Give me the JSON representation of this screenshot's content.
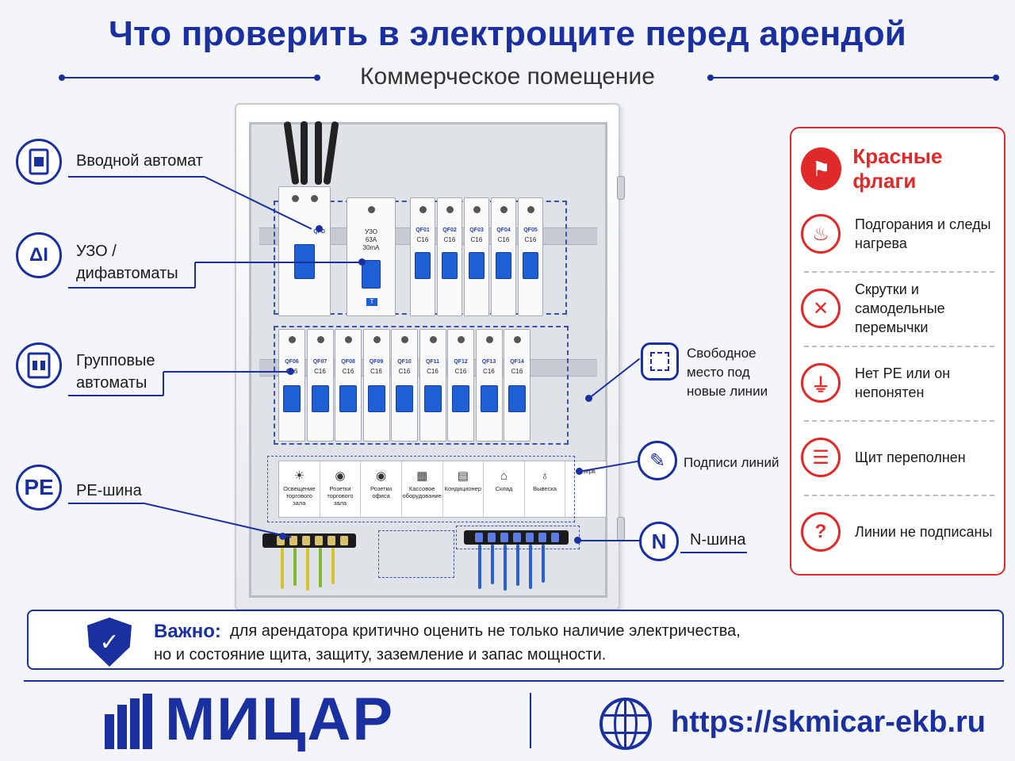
{
  "header": {
    "title": "Что проверить в электрощите перед арендой",
    "subtitle": "Коммерческое помещение"
  },
  "left_callouts": {
    "input_breaker": "Вводной автомат",
    "rcd_line1": "УЗО /",
    "rcd_line2": "дифавтоматы",
    "rcd_icon": "ΔI",
    "group_line1": "Групповые",
    "group_line2": "автоматы",
    "pe_icon": "PE",
    "pe_bus": "PE-шина"
  },
  "right_callouts": {
    "free_line1": "Свободное",
    "free_line2": "место под",
    "free_line3": "новые линии",
    "line_labels": "Подписи линий",
    "n_icon": "N",
    "n_bus": "N-шина"
  },
  "panel": {
    "qfd": "QFD",
    "uzo_name": "УЗО",
    "uzo_rating": "63A",
    "uzo_current": "30mA",
    "uzo_test": "T",
    "top_breakers": [
      "QF01",
      "QF02",
      "QF03",
      "QF04",
      "QF05"
    ],
    "row_breakers": [
      "QF06",
      "QF07",
      "QF08",
      "QF09",
      "QF10",
      "QF11",
      "QF12",
      "QF13",
      "QF14"
    ],
    "rating": "C16",
    "line_labels": [
      {
        "text": "Освещение торгового зала",
        "icon": "lamp-icon"
      },
      {
        "text": "Розетки торгового зала",
        "icon": "socket-icon"
      },
      {
        "text": "Розетки офиса",
        "icon": "socket-icon"
      },
      {
        "text": "Кассовое оборудование",
        "icon": "register-icon"
      },
      {
        "text": "Кондиционер",
        "icon": "ac-icon"
      },
      {
        "text": "Склад",
        "icon": "warehouse-icon"
      },
      {
        "text": "Вывеска",
        "icon": "sign-icon"
      },
      {
        "text": "Резерв",
        "icon": ""
      }
    ]
  },
  "red_flags": {
    "title": "Красные флаги",
    "items": [
      {
        "line1": "Подгорания и следы",
        "line2": "нагрева",
        "icon": "fire-icon"
      },
      {
        "line1": "Скрутки и самодельные",
        "line2": "перемычки",
        "icon": "twist-icon"
      },
      {
        "line1": "Нет PE или он",
        "line2": "непонятен",
        "icon": "ground-icon"
      },
      {
        "line1": "Щит переполнен",
        "line2": "",
        "icon": "overload-icon"
      },
      {
        "line1": "Линии не подписаны",
        "line2": "",
        "icon": "question-icon"
      }
    ],
    "color": "#e02a2a"
  },
  "important": {
    "heading": "Важно:",
    "line1": "для арендатора критично оценить не только наличие электричества,",
    "line2": "но и состояние щита, защиту, заземление и запас мощности."
  },
  "footer": {
    "brand": "МИЦАР",
    "url": "https://skmicar-ekb.ru"
  },
  "colors": {
    "accent": "#1a2fa0",
    "breaker_toggle": "#1f5fd6",
    "warning": "#e02a2a"
  }
}
